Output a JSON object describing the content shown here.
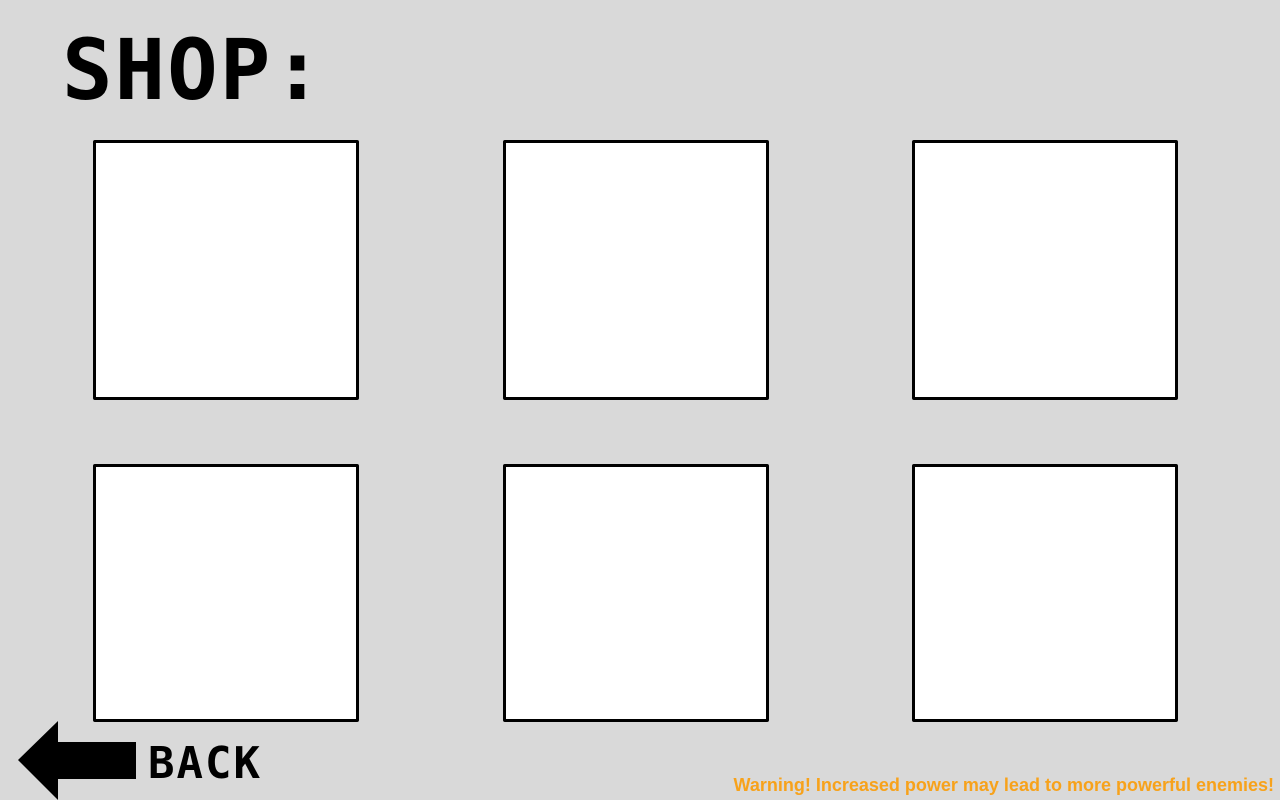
{
  "header": {
    "title": "SHOP:"
  },
  "shop": {
    "slots": [
      {
        "row": 1,
        "col": 1
      },
      {
        "row": 1,
        "col": 2
      },
      {
        "row": 1,
        "col": 3
      },
      {
        "row": 2,
        "col": 1
      },
      {
        "row": 2,
        "col": 2
      },
      {
        "row": 2,
        "col": 3
      }
    ]
  },
  "footer": {
    "back_label": "BACK",
    "back_icon": "arrow-left-icon",
    "warning": "Warning! Increased power may lead to more powerful enemies!"
  },
  "colors": {
    "background": "#d9d9d9",
    "slot_fill": "#ffffff",
    "slot_border": "#000000",
    "warning": "#f7a21b"
  }
}
